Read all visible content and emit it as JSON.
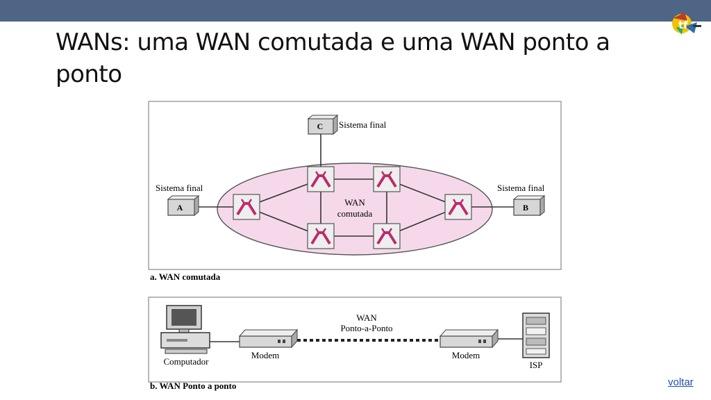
{
  "colors": {
    "header_bar": "#4e6585",
    "title_text": "#111111",
    "wan_cloud": "#f5d9ea",
    "switch_symbol": "#c02a6a",
    "link": "#1f4fb4"
  },
  "slide": {
    "title": "WANs: uma WAN comutada e uma WAN ponto a ponto",
    "link_label": "voltar"
  },
  "panel_a": {
    "caption": "a. WAN comutada",
    "cloud_label_line1": "WAN",
    "cloud_label_line2": "comutada",
    "end_system_label": "Sistema final",
    "node_a": "A",
    "node_b": "B",
    "node_c": "C"
  },
  "panel_b": {
    "caption": "b. WAN Ponto a ponto",
    "link_label_line1": "WAN",
    "link_label_line2": "Ponto-a-Ponto",
    "computer_label": "Computador",
    "modem_label": "Modem",
    "isp_label": "ISP"
  },
  "icons": [
    "logo-icon",
    "switch-icon",
    "computer-icon",
    "modem-icon",
    "server-icon"
  ]
}
